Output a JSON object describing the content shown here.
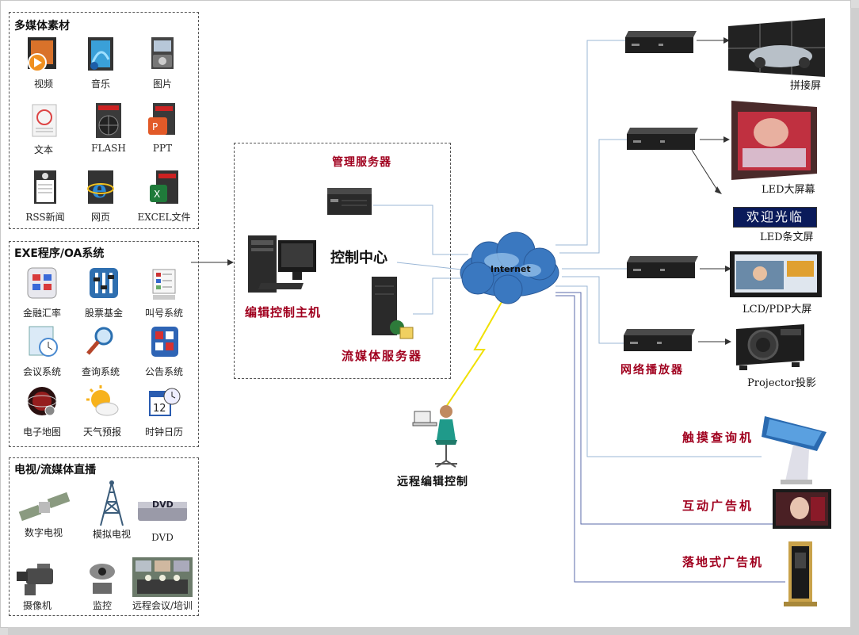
{
  "multimedia": {
    "title": "多媒体素材",
    "items": [
      {
        "label": "视频",
        "icon": "video-icon"
      },
      {
        "label": "音乐",
        "icon": "music-icon"
      },
      {
        "label": "图片",
        "icon": "picture-icon"
      },
      {
        "label": "文本",
        "icon": "text-icon"
      },
      {
        "label": "FLASH",
        "icon": "flash-icon"
      },
      {
        "label": "PPT",
        "icon": "ppt-icon"
      },
      {
        "label": "RSS新闻",
        "icon": "rss-icon"
      },
      {
        "label": "网页",
        "icon": "webpage-icon"
      },
      {
        "label": "EXCEL文件",
        "icon": "excel-icon"
      }
    ]
  },
  "exe": {
    "title": "EXE程序/OA系统",
    "items": [
      {
        "label": "金融汇率",
        "icon": "exchange-rate-icon"
      },
      {
        "label": "股票基金",
        "icon": "stock-icon"
      },
      {
        "label": "叫号系统",
        "icon": "queue-icon"
      },
      {
        "label": "会议系统",
        "icon": "meeting-icon"
      },
      {
        "label": "查询系统",
        "icon": "query-icon"
      },
      {
        "label": "公告系统",
        "icon": "bulletin-icon"
      },
      {
        "label": "电子地图",
        "icon": "map-icon"
      },
      {
        "label": "天气预报",
        "icon": "weather-icon"
      },
      {
        "label": "时钟日历",
        "icon": "clock-calendar-icon"
      }
    ]
  },
  "tv": {
    "title": "电视/流媒体直播",
    "items": [
      {
        "label": "数字电视",
        "icon": "satellite-icon"
      },
      {
        "label": "模拟电视",
        "icon": "tower-icon"
      },
      {
        "label": "DVD",
        "icon": "dvd-icon"
      },
      {
        "label": "摄像机",
        "icon": "camera-icon"
      },
      {
        "label": "监控",
        "icon": "surveillance-icon"
      },
      {
        "label": "远程会议/培训",
        "icon": "conference-icon"
      }
    ],
    "dvd_logo": "DVD"
  },
  "center": {
    "title": "控制中心",
    "mgmt_server": "管理服务器",
    "edit_host": "编辑控制主机",
    "stream_server": "流媒体服务器"
  },
  "internet": {
    "label": "Internet"
  },
  "remote": {
    "label": "远程编辑控制"
  },
  "outputs": {
    "video_wall": "拼接屏",
    "led_screen": "LED大屏幕",
    "led_marquee_text": "欢迎光临",
    "led_marquee": "LED条文屏",
    "lcd": "LCD/PDP大屏",
    "player": "网络播放器",
    "projector": "Projector投影",
    "touch": "触摸查询机",
    "interactive": "互动广告机",
    "floor": "落地式广告机"
  },
  "colors": {
    "accent_red": "#a0001e",
    "line_blue": "#9bb7d6",
    "line_dark": "#5a6aa8"
  }
}
